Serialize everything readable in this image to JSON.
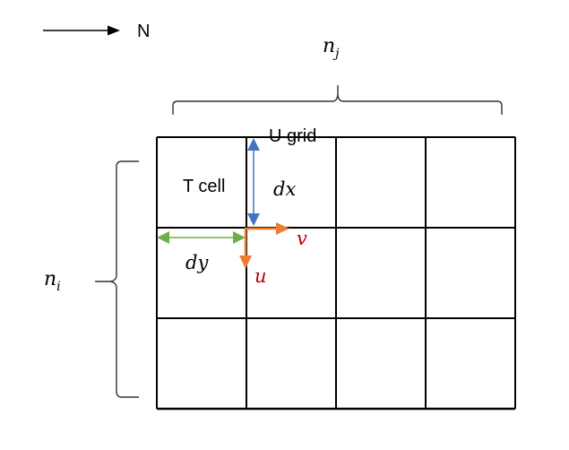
{
  "diagram": {
    "title": "Staggered grid layout",
    "north_label": "N",
    "nj_label": {
      "base": "n",
      "sub": "j"
    },
    "ni_label": {
      "base": "n",
      "sub": "i"
    },
    "grid": {
      "rows": 3,
      "cols": 4
    },
    "t_cell_label": "T cell",
    "u_grid_label": "U grid",
    "dx_label": "dx",
    "dy_label": "dy",
    "u_label": "u",
    "v_label": "v",
    "colors": {
      "grid_line": "#000000",
      "dx_arrow": "#4472C4",
      "dy_arrow": "#70AD47",
      "uv_arrow": "#ED7D31",
      "uv_text": "#C00000",
      "text": "#000000"
    }
  }
}
